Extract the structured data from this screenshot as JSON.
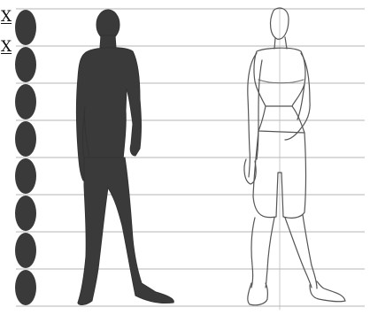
{
  "labels": {
    "top": "X",
    "second": "X"
  },
  "figure": {
    "head_units": 8,
    "silhouette_color": "#3a3a3a",
    "sketch_color": "#555555",
    "guide_color": "#b5b5b5",
    "icons": [
      "head-unit-ovals",
      "silhouette-figure",
      "sketch-figure"
    ]
  }
}
